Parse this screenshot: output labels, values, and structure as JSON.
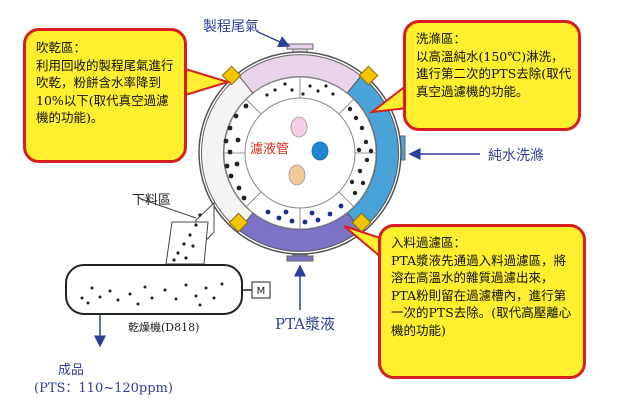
{
  "labels": {
    "process_exhaust": "製程尾氣",
    "pure_water_wash": "純水洗滌",
    "pta_slurry": "PTA漿液",
    "discharge_zone": "下料區",
    "filtrate_pipe": "濾液管",
    "dryer": "乾燥機(D818)",
    "motor": "M",
    "product": "成品",
    "product_spec": "(PTS：110~120ppm)"
  },
  "callouts": {
    "drying": "吹乾區：\n利用回收的製程尾氣進行吹乾，粉餅含水率降到10%以下(取代真空過濾機的功能)。",
    "washing": "洗滌區：\n以高溫純水(150℃)淋洗，進行第二次的PTS去除(取代真空過濾機的功能。",
    "feed_filter": "入料過濾區：\nPTA漿液先通過入料過濾區，將溶在高溫水的雜質過濾出來，PTA粉則留在過濾槽內，進行第一次的PTS去除。(取代高壓離心機的功能)"
  },
  "colors": {
    "callout_fill": "#ffef2e",
    "callout_border": "#d81f1f",
    "label_blue": "#2c3f9a",
    "drying_zone": "#e9d4ea",
    "washing_zone": "#4aa3d8",
    "feed_zone": "#7a73c6",
    "divider_block": "#f3c400",
    "filtrate_red": "#d8301c"
  }
}
